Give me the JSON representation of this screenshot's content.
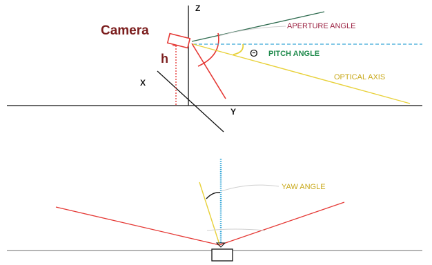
{
  "labels": {
    "camera": "Camera",
    "height": "h",
    "axis_z": "Z",
    "axis_x": "X",
    "axis_y": "Y",
    "aperture_angle": "APERTURE ANGLE",
    "pitch_angle": "PITCH ANGLE",
    "pitch_symbol": "Θ",
    "optical_axis": "OPTICAL AXIS",
    "yaw_angle": "YAW ANGLE"
  },
  "colors": {
    "axes": "#111111",
    "camera": "#e53935",
    "camera_label": "#7b1d1d",
    "aperture": "#2e6b4f",
    "aperture_label": "#9b2242",
    "pitch_label": "#1f8a4c",
    "reference_dashed": "#39a8d8",
    "optical_axis": "#e8d13a",
    "optical_axis_label": "#c8a818",
    "yaw_label": "#c8a818",
    "ground": "#6b6b6b",
    "arc_thin": "#cfcfcf"
  }
}
